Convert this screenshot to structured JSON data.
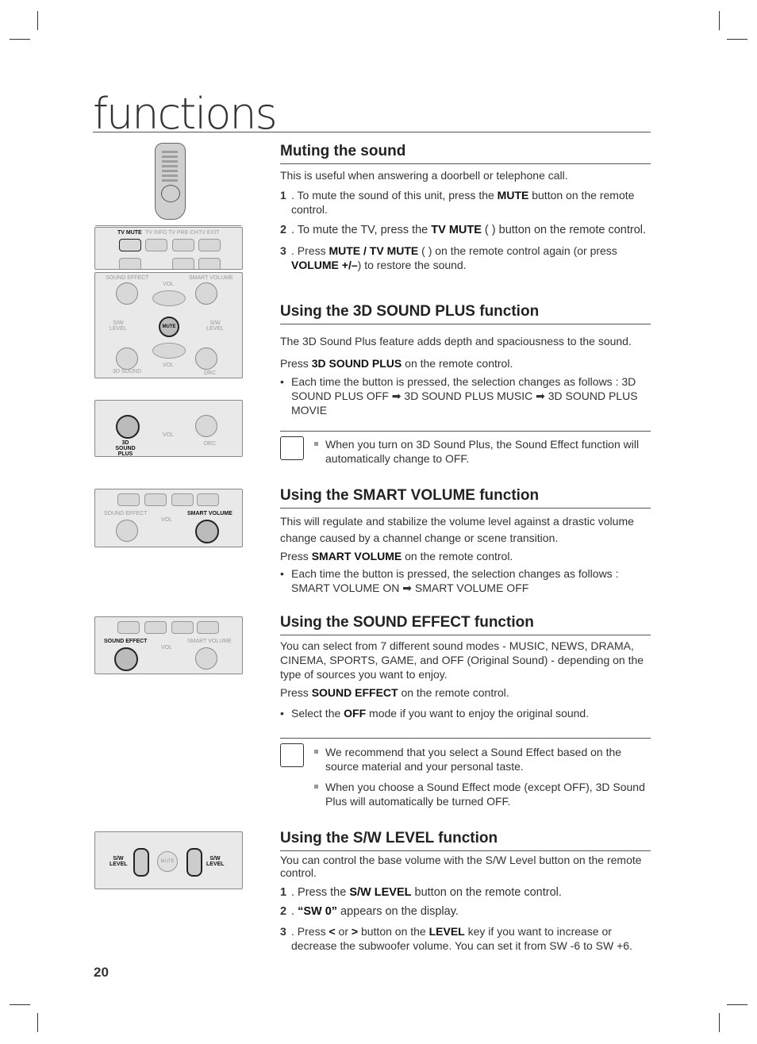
{
  "page_title": "functions",
  "page_number": "20",
  "muting": {
    "heading": "Muting the sound",
    "intro": "This is useful when answering a doorbell or telephone call.",
    "steps": [
      {
        "num": "1",
        "pre": ". To mute the sound of this unit, press the ",
        "bold": "MUTE",
        "post": "  button on the remote control."
      },
      {
        "num": "2",
        "pre": ". To mute the TV, press the ",
        "bold": "TV MUTE",
        "post": " (  ) button on the remote control."
      },
      {
        "num": "3",
        "pre": ". Press ",
        "bold": "MUTE / TV MUTE",
        "mid": " (  ) on the remote control again (or press ",
        "bold2": "VOLUME +/–",
        "post": ") to restore the sound."
      }
    ]
  },
  "sound3d": {
    "heading": "Using the 3D SOUND PLUS function",
    "intro": "The 3D Sound Plus feature adds depth and spaciousness to the sound.",
    "press_pre": "Press ",
    "press_bold": "3D SOUND PLUS",
    "press_post": " on the remote control.",
    "bullet": "Each time the button is pressed, the selection changes as follows : 3D SOUND PLUS OFF ➡ 3D SOUND PLUS MUSIC ➡ 3D SOUND PLUS MOVIE",
    "note": "When you turn on 3D Sound Plus, the Sound Effect function will automatically change to OFF."
  },
  "smart": {
    "heading": "Using the SMART VOLUME function",
    "intro": "This will regulate and stabilize the volume level against a drastic volume change caused by a channel change or scene transition.",
    "press_pre": "Press ",
    "press_bold": "SMART VOLUME",
    "press_post": " on the remote control.",
    "bullet": "Each time the button is pressed, the selection changes as follows : SMART VOLUME ON ➡ SMART VOLUME OFF"
  },
  "effect": {
    "heading": "Using the SOUND EFFECT function",
    "intro": "You can select from 7 different sound modes - MUSIC, NEWS, DRAMA, CINEMA, SPORTS, GAME, and OFF (Original Sound) - depending on the type of sources you want to enjoy.",
    "press_pre": "Press ",
    "press_bold": "SOUND EFFECT",
    "press_post": " on the remote control.",
    "bullet_pre": "Select the ",
    "bullet_bold": "OFF",
    "bullet_post": " mode if you want to enjoy the original sound.",
    "notes": [
      "We recommend that you select a Sound Effect based on the source material and your personal taste.",
      "When you choose a Sound Effect mode (except OFF), 3D Sound Plus will automatically be turned OFF."
    ]
  },
  "swlevel": {
    "heading": "Using the S/W LEVEL function",
    "intro": "You can control the base volume with the S/W Level button on the remote control.",
    "step1_pre": ". Press the ",
    "step1_bold": "S/W LEVEL",
    "step1_post": " button on the remote control.",
    "step2_bold": "“SW 0”",
    "step2_post": " appears on the display.",
    "step3_pre": ". Press ",
    "step3_lt": "<",
    "step3_or": " or ",
    "step3_gt": ">",
    "step3_mid": " button on the ",
    "step3_bold": "LEVEL",
    "step3_post": " key if you want to increase or decrease the subwoofer volume. You can set it from SW -6 to SW +6."
  },
  "remote_labels": {
    "tv_mute": "TV MUTE",
    "tv_info": "TV INFO",
    "tv_prech": "TV PRE-CH",
    "tv_exit": "TV EXIT",
    "sound_effect": "SOUND EFFECT",
    "smart_volume": "SMART VOLUME",
    "vol": "VOL",
    "sw_level": "S/W LEVEL",
    "mute": "MUTE",
    "sound_3d": "3D SOUND",
    "drc": "DRC",
    "sound_3d_plus": "3D SOUND PLUS"
  }
}
